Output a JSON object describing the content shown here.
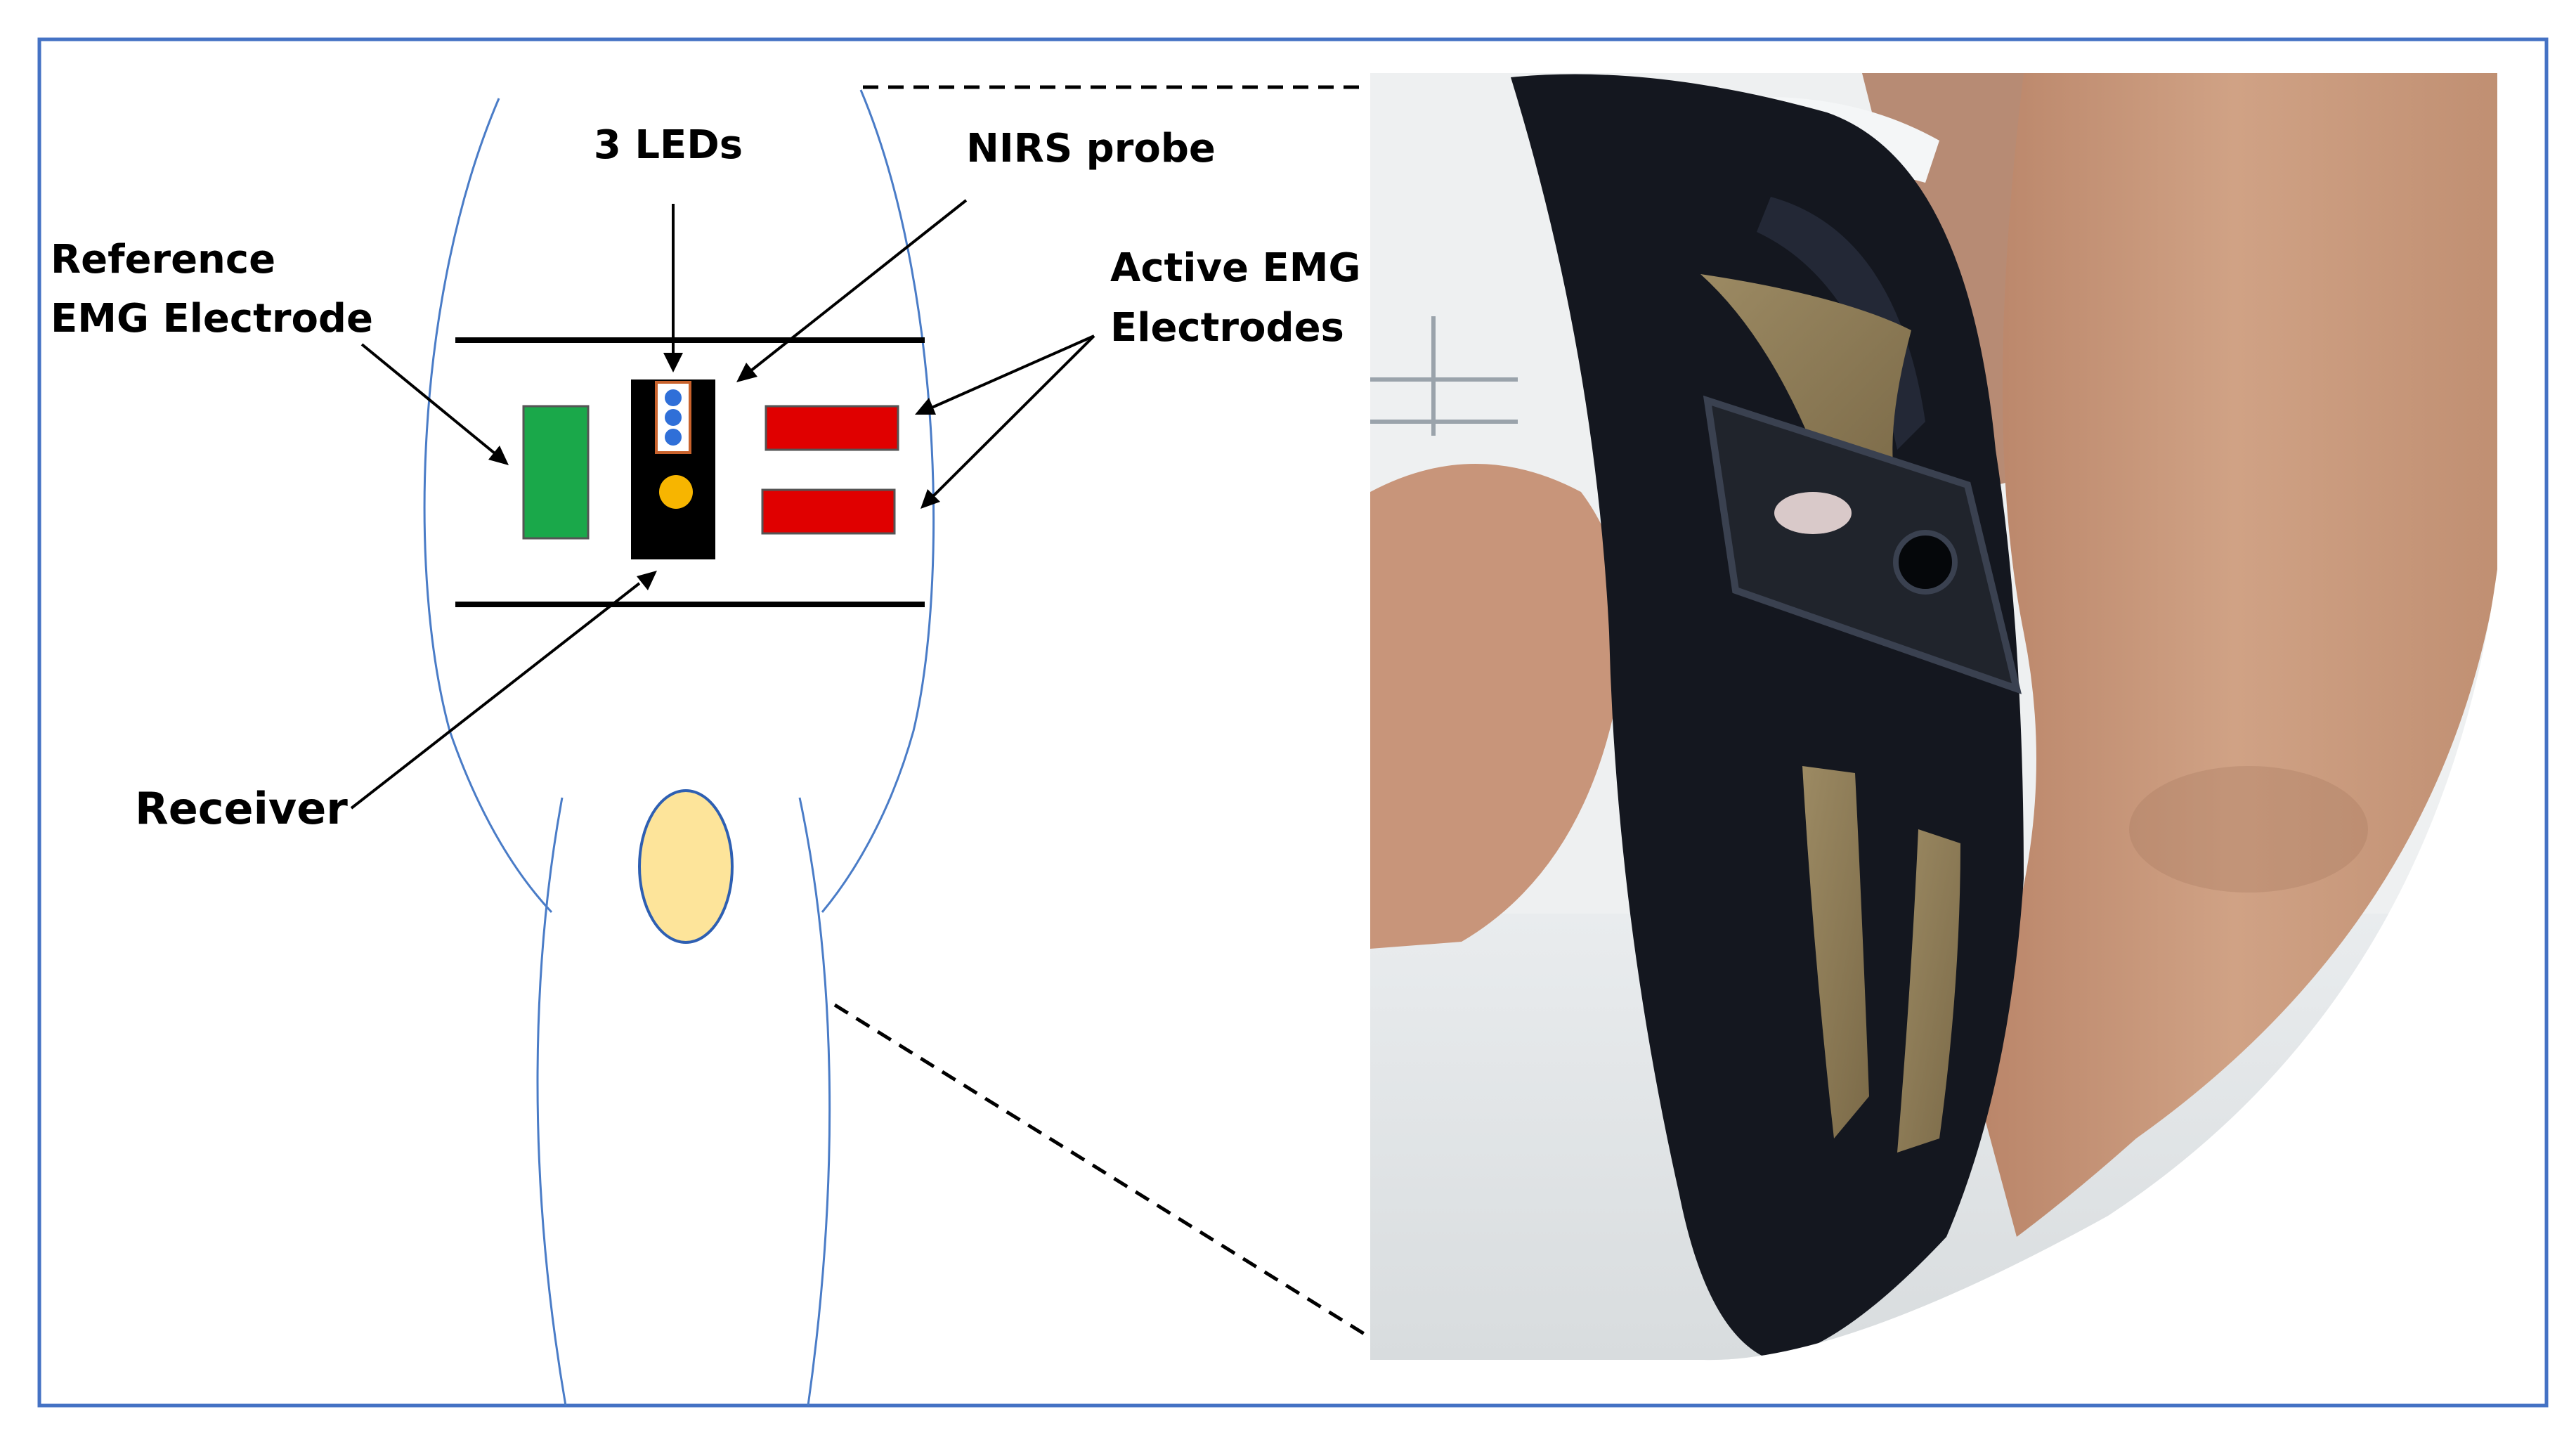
{
  "labels": {
    "leds": "3 LEDs",
    "nirs_probe": "NIRS probe",
    "reference_line1": "Reference",
    "reference_line2": "EMG Electrode",
    "active_line1": "Active EMG",
    "active_line2": "Electrodes",
    "receiver": "Receiver"
  },
  "colors": {
    "frame_border": "#4472c4",
    "body_outline": "#4a7cc7",
    "reference_electrode": "#1aa84a",
    "active_electrode": "#e00000",
    "probe_body": "#000000",
    "led": "#2f6fd8",
    "led_frame": "#c8622c",
    "receiver": "#f7b500",
    "kneecap": "#fde49a",
    "sleeve_fabric": "#14171f",
    "conductive_pad": "#8c7a55",
    "skin": "#c89a7c"
  },
  "photo": {
    "subject": "leg-with-nirs-emg-sleeve-photo"
  }
}
